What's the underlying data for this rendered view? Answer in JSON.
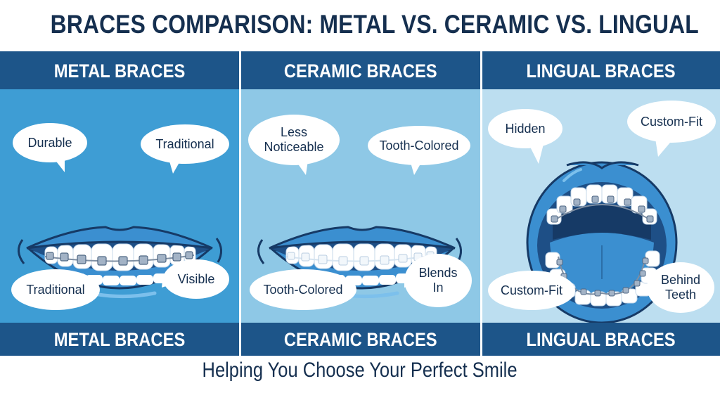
{
  "title": "BRACES COMPARISON: METAL VS. CERAMIC VS. LINGUAL",
  "tagline": "Helping You Choose Your Perfect Smile",
  "colors": {
    "title_text": "#152f4f",
    "band": "#1d5589",
    "metal_bg": "#3e9dd4",
    "ceramic_bg": "#8ec8e6",
    "lingual_bg": "#bcdef0",
    "lips": "#3b8fd0",
    "outline": "#163a66"
  },
  "panels": [
    {
      "id": "metal",
      "header": "METAL BRACES",
      "footer": "METAL BRACES",
      "illustration": "smile-with-metal-brackets",
      "bubbles": [
        {
          "text": "Durable"
        },
        {
          "text": "Traditional"
        },
        {
          "text": "Traditional"
        },
        {
          "text": "Visible"
        }
      ]
    },
    {
      "id": "ceramic",
      "header": "CERAMIC BRACES",
      "footer": "CERAMIC BRACES",
      "illustration": "smile-with-clear-brackets",
      "bubbles": [
        {
          "text": "Less Noticeable"
        },
        {
          "text": "Tooth-Colored"
        },
        {
          "text": "Tooth-Colored"
        },
        {
          "text": "Blends In"
        }
      ]
    },
    {
      "id": "lingual",
      "header": "LINGUAL BRACES",
      "footer": "LINGUAL BRACES",
      "illustration": "open-mouth-with-inner-brackets",
      "bubbles": [
        {
          "text": "Hidden"
        },
        {
          "text": "Custom-Fit"
        },
        {
          "text": "Custom-Fit"
        },
        {
          "text": "Behind Teeth"
        }
      ]
    }
  ]
}
